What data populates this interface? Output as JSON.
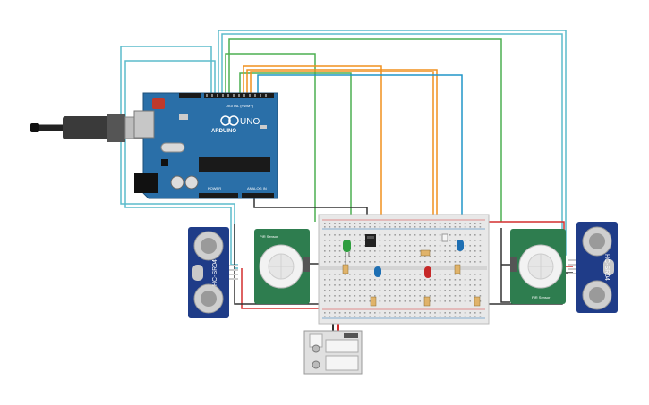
{
  "arduino": {
    "brand": "ARDUINO",
    "model": "UNO",
    "digital_header": "DIGITAL (PWM~)",
    "power_label": "POWER",
    "analog_label": "ANALOG IN",
    "colors": {
      "board": "#2a6fa8",
      "chip": "#1a1a1a"
    }
  },
  "left_ultrasonic": {
    "label": "HC-SR04"
  },
  "right_ultrasonic": {
    "label": "HC-SR04"
  },
  "left_pir": {
    "label": "PIR Sensor"
  },
  "right_pir": {
    "label": "PIR Sensor"
  },
  "colors": {
    "wire_cyan": "#5bbccc",
    "wire_green": "#4caf50",
    "wire_orange": "#f0901e",
    "wire_blue": "#2196c8",
    "wire_red": "#d32f2f",
    "wire_black": "#333333",
    "led_green": "#2e9e3e",
    "led_red": "#c62828",
    "led_blue": "#1e6fb3",
    "pcb_green": "#2e7d4f",
    "sensor_blue": "#1f3c88"
  }
}
